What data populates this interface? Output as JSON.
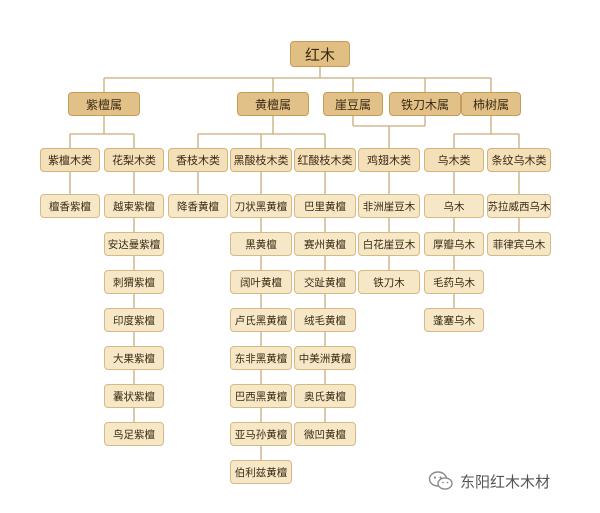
{
  "root": "红木",
  "genera": [
    "紫檀属",
    "黄檀属",
    "崖豆属",
    "铁刀木属",
    "柿树属"
  ],
  "groups": [
    "紫檀木类",
    "花梨木类",
    "香枝木类",
    "黑酸枝木类",
    "红酸枝木类",
    "鸡翅木类",
    "乌木类",
    "条纹乌木类"
  ],
  "species": {
    "zitan_mu": [
      "檀香紫檀"
    ],
    "huali_mu": [
      "越柬紫檀",
      "安达曼紫檀",
      "刺猬紫檀",
      "印度紫檀",
      "大果紫檀",
      "囊状紫檀",
      "鸟足紫檀"
    ],
    "xiangzhi_mu": [
      "降香黄檀"
    ],
    "hei_suanzhi": [
      "刀状黑黄檀",
      "黑黄檀",
      "阔叶黄檀",
      "卢氏黑黄檀",
      "东非黑黄檀",
      "巴西黑黄檀",
      "亚马孙黄檀",
      "伯利兹黄檀"
    ],
    "hong_suanzhi": [
      "巴里黄檀",
      "赛州黄檀",
      "交趾黄檀",
      "绒毛黄檀",
      "中美洲黄檀",
      "奥氏黄檀",
      "微凹黄檀"
    ],
    "jichi_mu": [
      "非洲崖豆木",
      "白花崖豆木",
      "铁刀木"
    ],
    "wu_mu": [
      "乌木",
      "厚瓣乌木",
      "毛药乌木",
      "蓬塞乌木"
    ],
    "tiaowen_wu_mu": [
      "苏拉威西乌木",
      "菲律宾乌木"
    ]
  },
  "watermark": {
    "text": "东阳红木木材",
    "icon": "wechat-icon"
  },
  "colors": {
    "line": "#c9ac7d",
    "genus": "#e2c188",
    "group": "#f3dfb8",
    "species": "#f6e7c7"
  }
}
